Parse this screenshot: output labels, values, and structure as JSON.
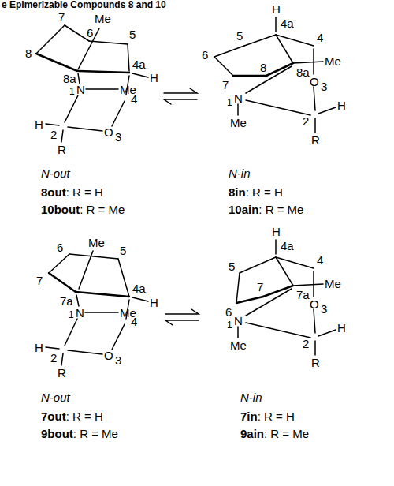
{
  "diagram": {
    "title": "e Epimerizable Compounds 8 and 10",
    "labels": [
      "7",
      "Me",
      "6",
      "5",
      "8",
      "8a",
      "4a",
      "H",
      "1",
      "N",
      "Me",
      "4",
      "H",
      "2",
      "O",
      "3",
      "R",
      "N-out",
      "8out",
      ": R = H",
      "10bout",
      ": R = Me",
      "H",
      "4a",
      "6",
      "5",
      "4",
      "7",
      "8",
      "8a",
      "Me",
      "O",
      "3",
      "1",
      "N",
      "H",
      "2",
      "Me",
      "R",
      "N-in",
      "8in",
      ": R = H",
      "10ain",
      ": R = Me",
      "Me",
      "6",
      "5",
      "7",
      "7a",
      "4a",
      "H",
      "1",
      "N",
      "Me",
      "4",
      "H",
      "2",
      "O",
      "3",
      "R",
      "N-out",
      "7out",
      ": R = H",
      "9bout",
      ": R = Me",
      "H",
      "4a",
      "5",
      "4",
      "7",
      "7a",
      "Me",
      "6",
      "O",
      "3",
      "1",
      "N",
      "H",
      "2",
      "Me",
      "R",
      "N-in",
      "7in",
      ": R = H",
      "9ain",
      ": R = Me"
    ]
  }
}
